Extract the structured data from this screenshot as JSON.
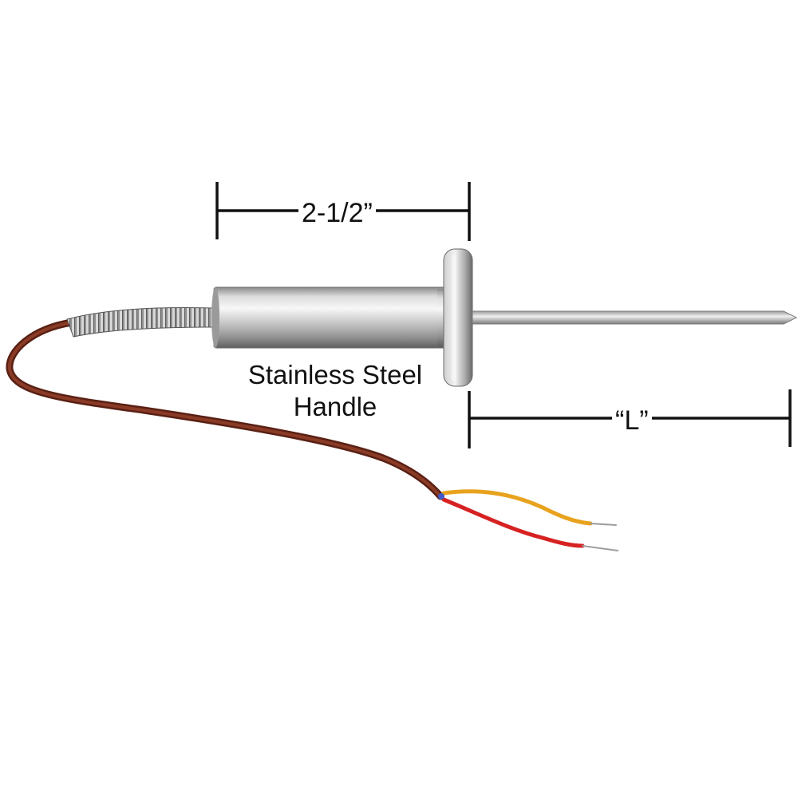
{
  "dimensions": {
    "handle_length": "2-1/2”",
    "probe_length": "“L”"
  },
  "handle_caption": {
    "line1": "Stainless Steel",
    "line2": "Handle"
  },
  "colors": {
    "steel_light": "#eeeeee",
    "steel_mid": "#b8b8b8",
    "steel_dark": "#6f6f6f",
    "cable_brown": "#6b2a1c",
    "lead_yellow": "#e8a21e",
    "lead_red": "#d62222",
    "dimension_line": "#111111"
  }
}
